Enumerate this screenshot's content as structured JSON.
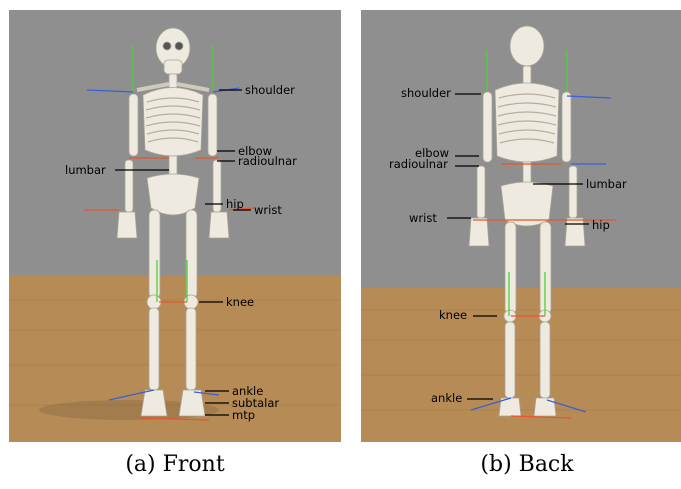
{
  "colors": {
    "wall": "#8e8e8e",
    "floor": "#b48a55",
    "bone": "#eeeae0",
    "bone_shade": "#bdb8aa",
    "axis_x": "#e8562a",
    "axis_y": "#4cd13a",
    "axis_z": "#3a5fd6"
  },
  "front": {
    "caption": "(a) Front",
    "labels": {
      "shoulder": "shoulder",
      "elbow": "elbow",
      "radioulnar": "radioulnar",
      "lumbar": "lumbar",
      "hip": "hip",
      "wrist": "wrist",
      "knee": "knee",
      "ankle": "ankle",
      "subtalar": "subtalar",
      "mtp": "mtp"
    }
  },
  "back": {
    "caption": "(b) Back",
    "labels": {
      "shoulder": "shoulder",
      "elbow": "elbow",
      "radioulnar": "radioulnar",
      "lumbar": "lumbar",
      "wrist": "wrist",
      "hip": "hip",
      "knee": "knee",
      "ankle": "ankle"
    }
  }
}
